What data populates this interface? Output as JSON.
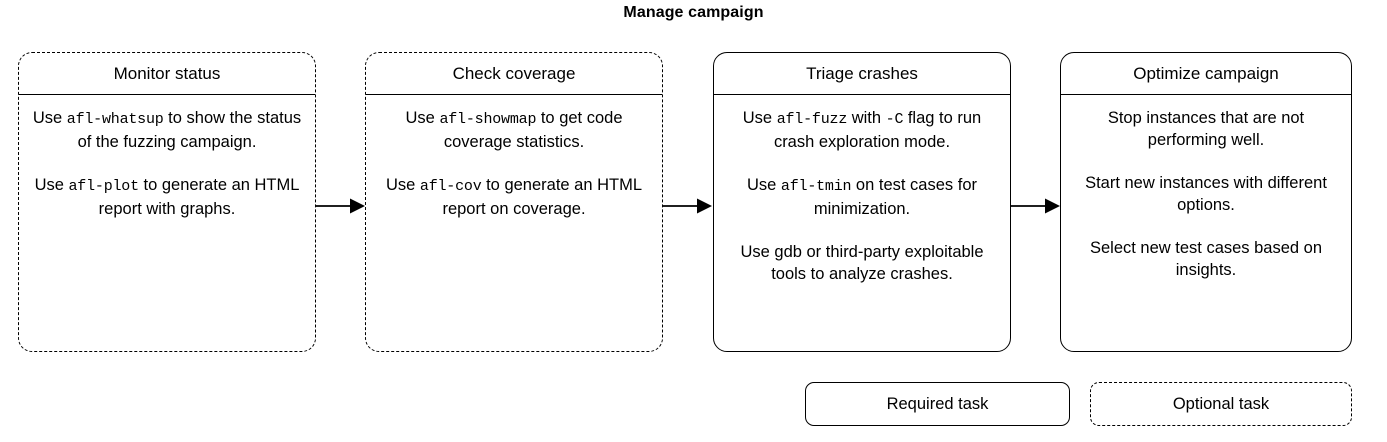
{
  "title": "Manage campaign",
  "stages": [
    {
      "id": "monitor-status",
      "header": "Monitor status",
      "type": "optional",
      "tasks": [
        {
          "parts": [
            {
              "t": "Use ",
              "code": false
            },
            {
              "t": "afl-whatsup",
              "code": true
            },
            {
              "t": " to show the status of the fuzzing campaign.",
              "code": false
            }
          ]
        },
        {
          "parts": [
            {
              "t": "Use ",
              "code": false
            },
            {
              "t": "afl-plot",
              "code": true
            },
            {
              "t": " to generate an HTML report with graphs.",
              "code": false
            }
          ]
        }
      ]
    },
    {
      "id": "check-coverage",
      "header": "Check coverage",
      "type": "optional",
      "tasks": [
        {
          "parts": [
            {
              "t": "Use ",
              "code": false
            },
            {
              "t": "afl-showmap",
              "code": true
            },
            {
              "t": " to get code coverage statistics.",
              "code": false
            }
          ]
        },
        {
          "parts": [
            {
              "t": "Use ",
              "code": false
            },
            {
              "t": "afl-cov",
              "code": true
            },
            {
              "t": " to generate an HTML report on coverage.",
              "code": false
            }
          ]
        }
      ]
    },
    {
      "id": "triage-crashes",
      "header": "Triage crashes",
      "type": "required",
      "tasks": [
        {
          "parts": [
            {
              "t": "Use ",
              "code": false
            },
            {
              "t": "afl-fuzz",
              "code": true
            },
            {
              "t": " with ",
              "code": false
            },
            {
              "t": "-C",
              "code": true
            },
            {
              "t": " flag to run crash exploration mode.",
              "code": false
            }
          ]
        },
        {
          "parts": [
            {
              "t": "Use ",
              "code": false
            },
            {
              "t": "afl-tmin",
              "code": true
            },
            {
              "t": " on test cases for minimization.",
              "code": false
            }
          ]
        },
        {
          "parts": [
            {
              "t": "Use gdb or third-party exploitable tools to analyze crashes.",
              "code": false
            }
          ]
        }
      ]
    },
    {
      "id": "optimize-campaign",
      "header": "Optimize campaign",
      "type": "required",
      "tasks": [
        {
          "parts": [
            {
              "t": "Stop instances that are not performing well.",
              "code": false
            }
          ]
        },
        {
          "parts": [
            {
              "t": "Start new instances with different options.",
              "code": false
            }
          ]
        },
        {
          "parts": [
            {
              "t": "Select new test cases based on insights.",
              "code": false
            }
          ]
        }
      ]
    }
  ],
  "arrows": [
    {
      "from": "monitor-status",
      "to": "check-coverage"
    },
    {
      "from": "check-coverage",
      "to": "triage-crashes"
    },
    {
      "from": "triage-crashes",
      "to": "optimize-campaign"
    }
  ],
  "legend": {
    "required_label": "Required task",
    "optional_label": "Optional task"
  },
  "colors": {
    "stroke": "#000000",
    "background": "#ffffff",
    "text": "#000000"
  }
}
